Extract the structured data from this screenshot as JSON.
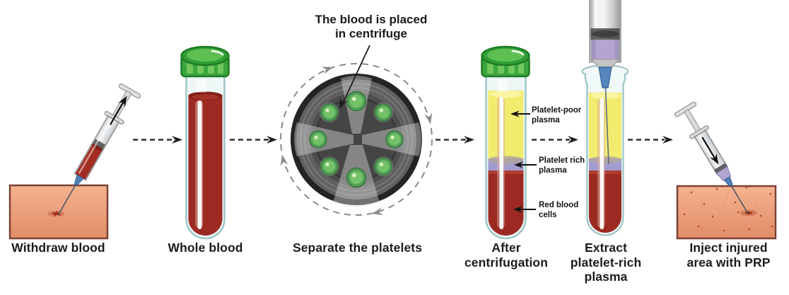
{
  "diagram": {
    "steps": {
      "withdraw": {
        "caption": "Withdraw blood"
      },
      "whole_blood": {
        "caption": "Whole blood"
      },
      "centrifuge": {
        "caption": "Separate the platelets",
        "annotation": "The blood is placed\nin centrifuge"
      },
      "after_centrifugation": {
        "caption": "After\ncentrifugation",
        "layer_labels": {
          "platelet_poor": "Platelet-poor\nplasma",
          "platelet_rich": "Platelet rich\nplasma",
          "red_blood_cells": "Red blood\ncells"
        }
      },
      "extract": {
        "caption": "Extract\nplatelet-rich\nplasma"
      },
      "inject": {
        "caption": "Inject injured\narea with PRP"
      }
    },
    "colors": {
      "blood_red": "#9c2a23",
      "blood_red_dark": "#7e1f18",
      "plasma_yellow": "#f2ec6e",
      "prp_purple": "#a29bd0",
      "cap_green": "#3ba63e",
      "skin": "#efa482",
      "skin_border": "#7b4335",
      "glass_outline": "#9fc6c6",
      "arrow_black": "#1c1c1c",
      "centrifuge_dark": "#242424",
      "needle_blue": "#4f80b8"
    }
  }
}
